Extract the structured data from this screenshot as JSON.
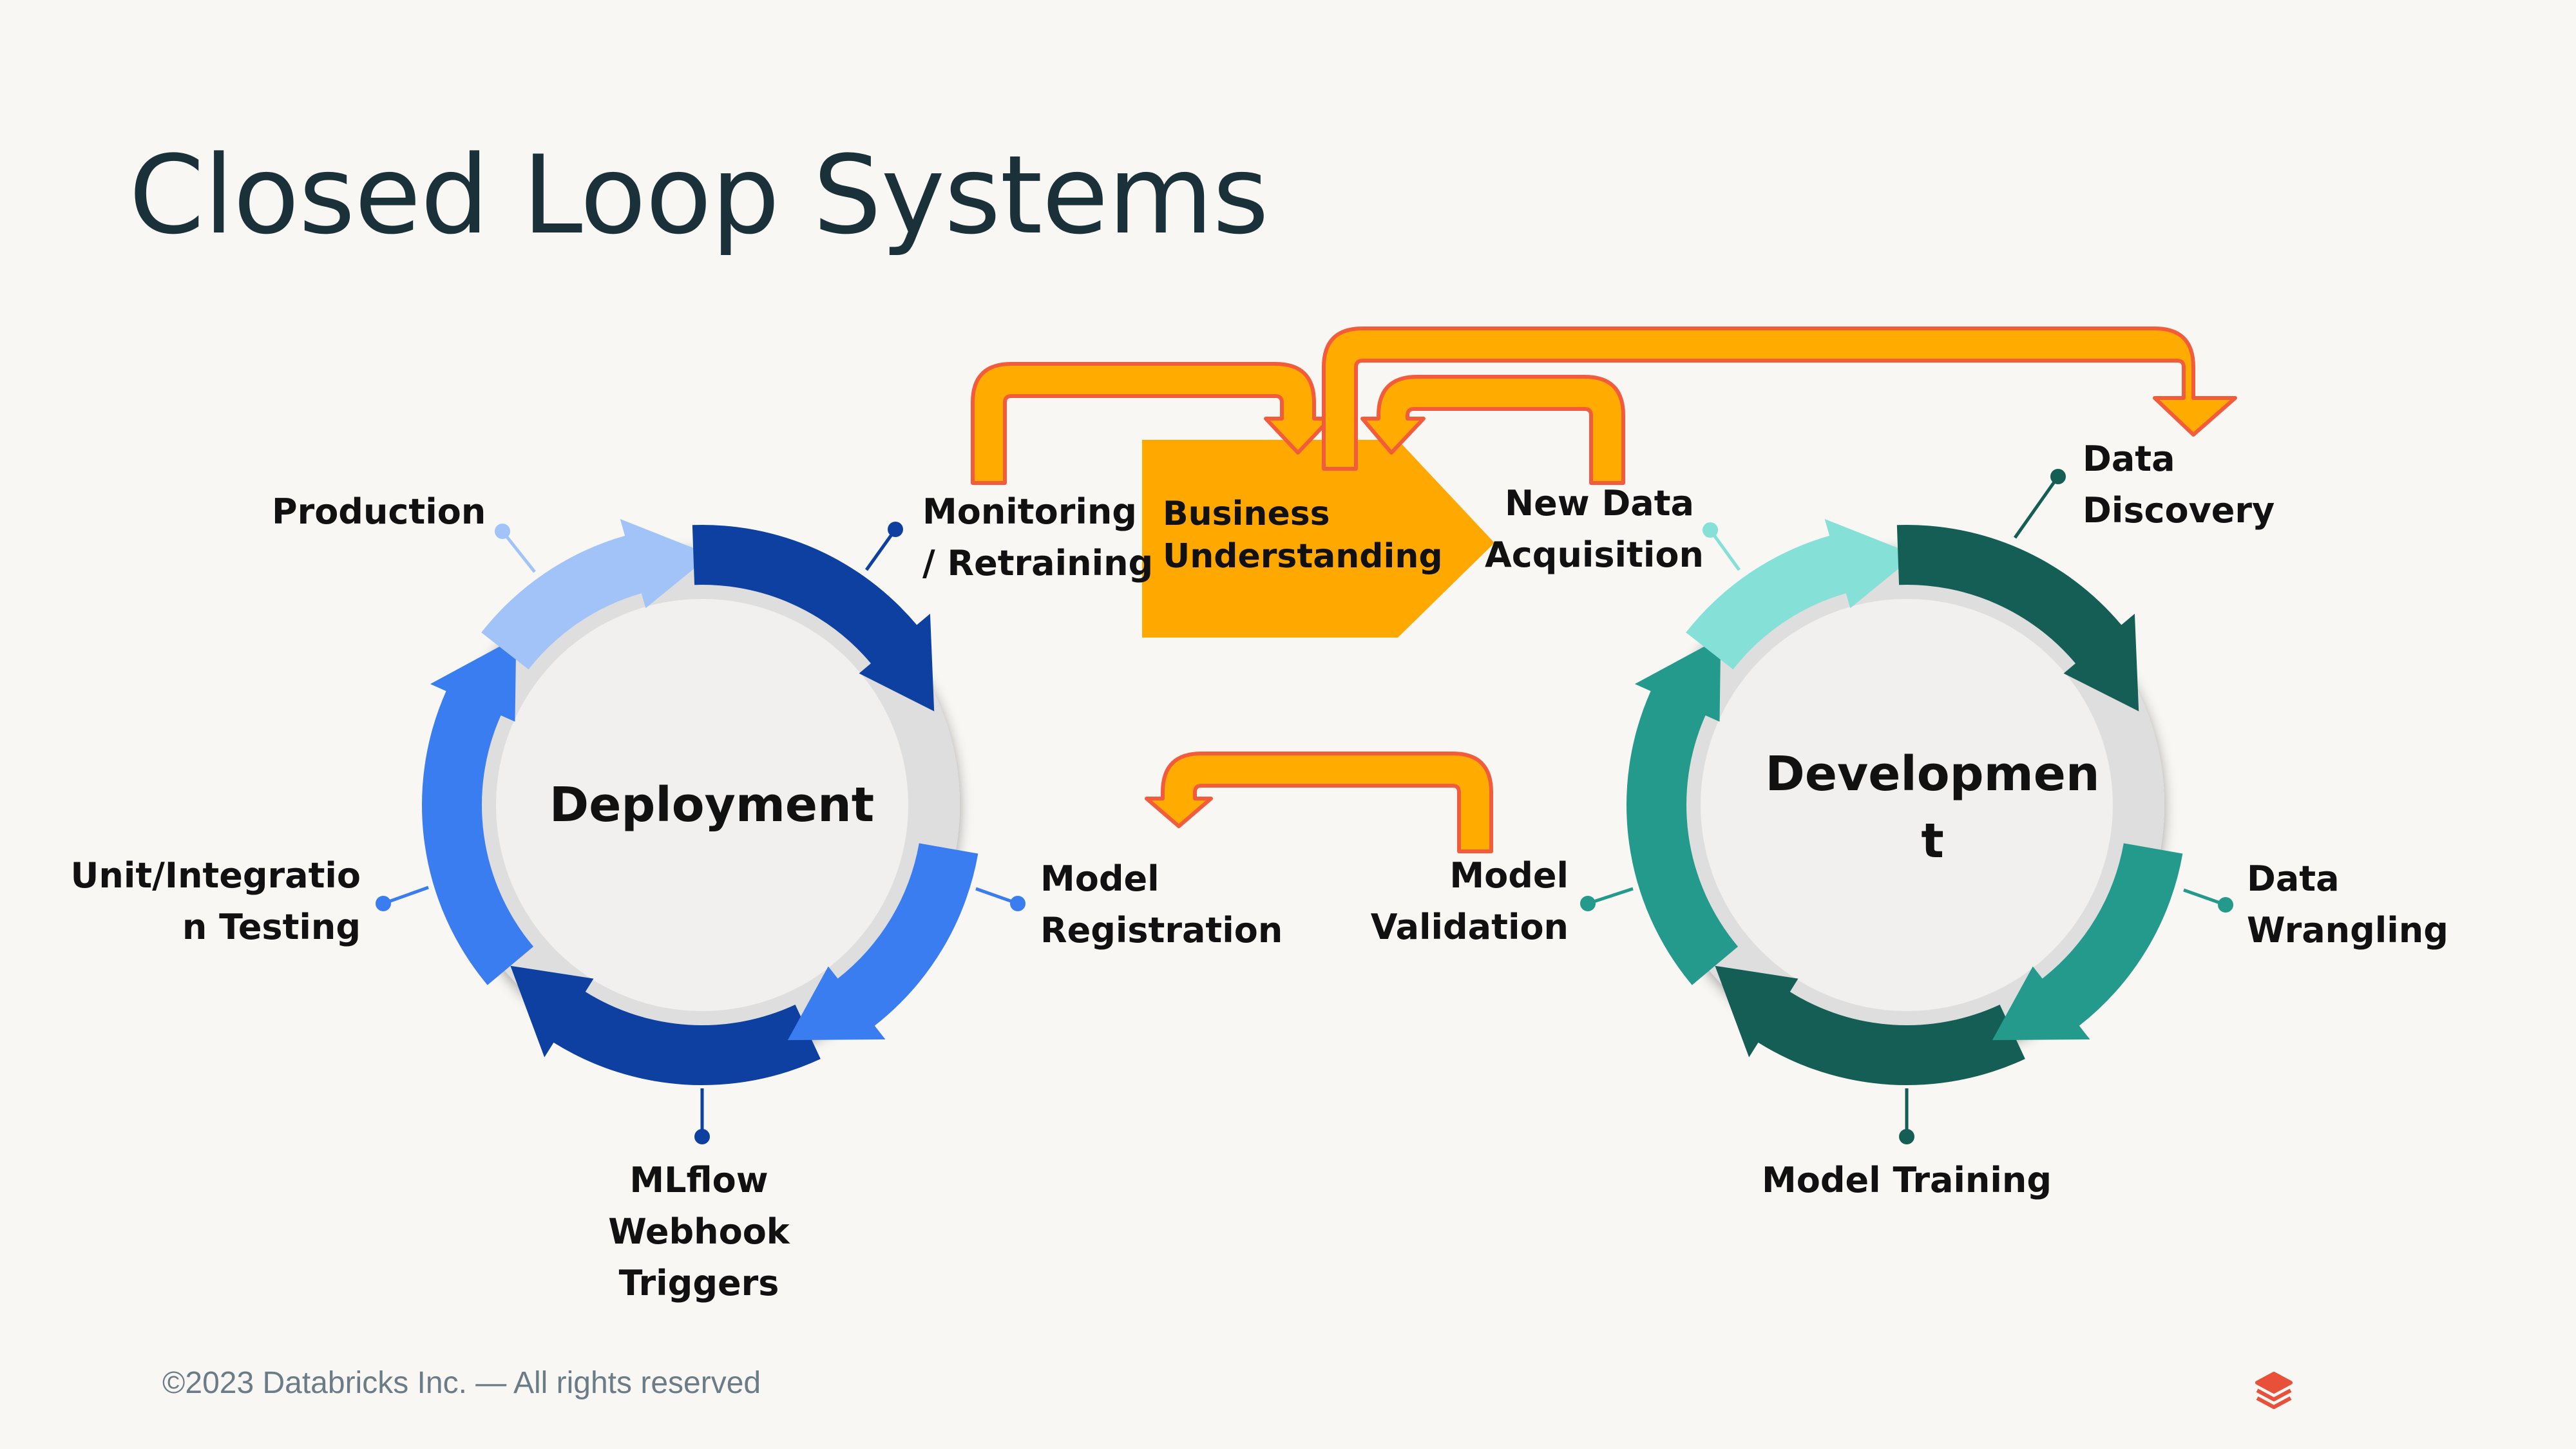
{
  "title": "Closed Loop Systems",
  "center_left": "Deployment",
  "center_right": "Developmen\nt",
  "business": "Business\nUnderstanding",
  "labels": {
    "production": "Production",
    "monitoring": "Monitoring\n/ Retraining",
    "new_data": "New Data\nAcquisition",
    "data_discovery": "Data\nDiscovery",
    "unit_testing": "Unit/Integratio\nn Testing",
    "model_registration": "Model\nRegistration",
    "model_validation": "Model\nValidation",
    "data_wrangling": "Data\nWrangling",
    "mlflow": "MLflow\nWebhook\nTriggers",
    "model_training": "Model Training"
  },
  "footer": "©2023 Databricks Inc. — All rights reserved",
  "colors": {
    "deploy_light": "#a1c3f8",
    "deploy_mid": "#3a7df0",
    "deploy_dark": "#0d40a0",
    "dev_light": "#85e0d8",
    "dev_mid": "#239a8b",
    "dev_dark": "#155e55",
    "business": "#ffa800",
    "loop_arrow": "#ffab00",
    "loop_outline": "#f25c3c",
    "ring_gray": "#dedede"
  },
  "icons": {
    "logo": "databricks-stack-icon"
  }
}
